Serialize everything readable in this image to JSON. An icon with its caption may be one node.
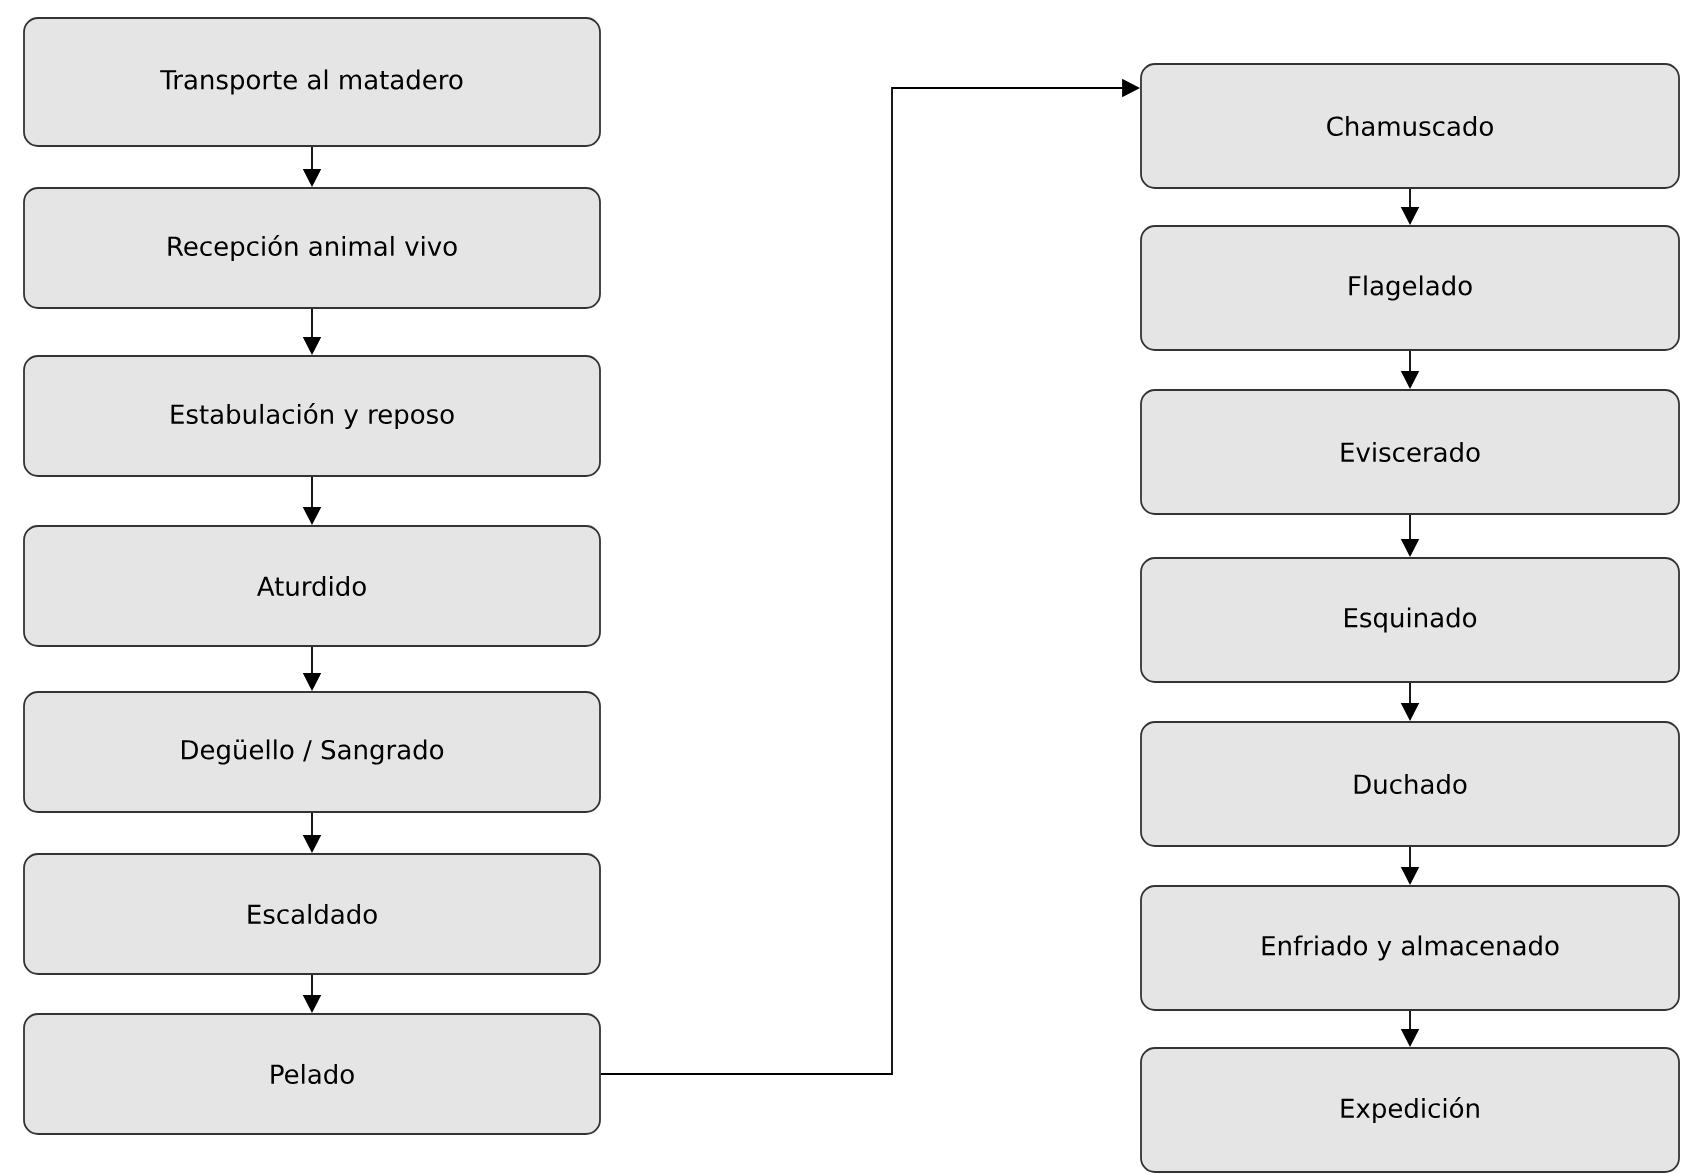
{
  "diagram": {
    "nodes": [
      {
        "text": [
          "Transporte al matadero"
        ]
      },
      {
        "text": [
          "Recepción animal vivo"
        ]
      },
      {
        "text": [
          "Estabulación y reposo"
        ]
      },
      {
        "text": [
          "Aturdido"
        ]
      },
      {
        "text": [
          "Degüello / Sangrado"
        ]
      },
      {
        "text": [
          "Escaldado"
        ]
      },
      {
        "text": [
          "Pelado"
        ]
      },
      {
        "text": [
          "Chamuscado"
        ]
      },
      {
        "text": [
          "Flagelado"
        ]
      },
      {
        "text": [
          "Eviscerado"
        ]
      },
      {
        "text": [
          "Esquinado"
        ]
      },
      {
        "text": [
          "Duchado"
        ]
      },
      {
        "text": [
          "Enfriado y almacenado"
        ]
      },
      {
        "text": [
          "Expedición"
        ]
      }
    ],
    "edges": [
      {
        "from": 0,
        "to": 1,
        "arrow": "to"
      },
      {
        "from": 1,
        "to": 2,
        "arrow": "to"
      },
      {
        "from": 2,
        "to": 3,
        "arrow": "to"
      },
      {
        "from": 3,
        "to": 4,
        "arrow": "to"
      },
      {
        "from": 4,
        "to": 5,
        "arrow": "to"
      },
      {
        "from": 5,
        "to": 6,
        "arrow": "to"
      },
      {
        "from": 6,
        "to": 7,
        "arrow": "to"
      },
      {
        "from": 7,
        "to": 8,
        "arrow": "to"
      },
      {
        "from": 8,
        "to": 9,
        "arrow": "to"
      },
      {
        "from": 9,
        "to": 10,
        "arrow": "to"
      },
      {
        "from": 10,
        "to": 11,
        "arrow": "to"
      },
      {
        "from": 11,
        "to": 12,
        "arrow": "to"
      },
      {
        "from": 12,
        "to": 13,
        "arrow": "to"
      }
    ]
  }
}
